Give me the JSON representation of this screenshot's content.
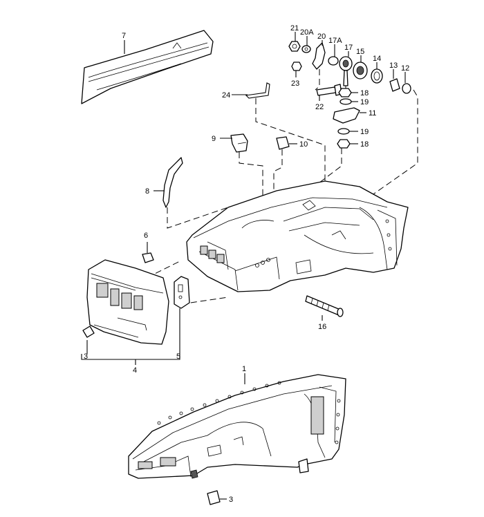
{
  "callouts": {
    "c1": "1",
    "c3a": "3",
    "c3b": "3",
    "c4": "4",
    "c5": "5",
    "c6": "6",
    "c7": "7",
    "c8": "8",
    "c9": "9",
    "c10": "10",
    "c11": "11",
    "c12": "12",
    "c13": "13",
    "c14": "14",
    "c15": "15",
    "c16": "16",
    "c17": "17",
    "c17a": "17A",
    "c18a": "18",
    "c18b": "18",
    "c19a": "19",
    "c19b": "19",
    "c20": "20",
    "c20a": "20A",
    "c21": "21",
    "c22": "22",
    "c23": "23",
    "c24": "24"
  }
}
